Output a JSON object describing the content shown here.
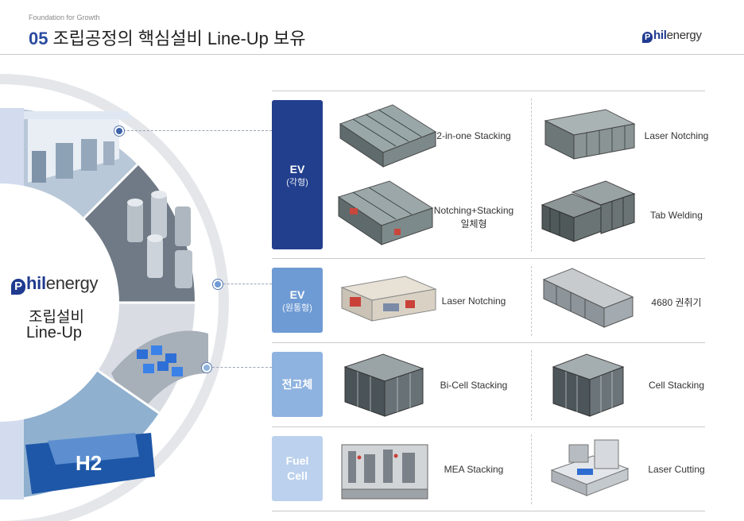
{
  "header": {
    "kicker": "Foundation for Growth",
    "number": "05",
    "title": "조립공정의 핵심설비 Line-Up 보유"
  },
  "logo": {
    "mark": "P",
    "hil": "hil",
    "energy": "energy"
  },
  "circle": {
    "logo": {
      "mark": "P",
      "hil": "hil",
      "energy": "energy"
    },
    "line1": "조립설비",
    "line2": "Line-Up"
  },
  "categories": [
    {
      "label": "EV",
      "sub": "(각형)",
      "color": "#223f8e",
      "items": [
        {
          "label": "2-in-one Stacking",
          "icon": "stacking-machine"
        },
        {
          "label": "Laser Notching",
          "icon": "notching-machine"
        },
        {
          "label": "Notching+Stacking",
          "label2": "일체형",
          "icon": "notching-stacking-machine"
        },
        {
          "label": "Tab Welding",
          "icon": "welding-machine"
        }
      ]
    },
    {
      "label": "EV",
      "sub": "(원통형)",
      "color": "#6f9bd4",
      "items": [
        {
          "label": "Laser Notching",
          "icon": "notching-machine"
        },
        {
          "label": "4680 권취기",
          "icon": "winding-machine"
        }
      ]
    },
    {
      "label": "전고체",
      "sub": "",
      "color": "#8fb3e0",
      "items": [
        {
          "label": "Bi-Cell Stacking",
          "icon": "stacking-machine"
        },
        {
          "label": "Cell Stacking",
          "icon": "stacking-machine"
        }
      ]
    },
    {
      "label": "Fuel",
      "sub": "Cell",
      "color": "#bcd1ed",
      "items": [
        {
          "label": "MEA Stacking",
          "icon": "mea-machine"
        },
        {
          "label": "Laser Cutting",
          "icon": "cutting-machine"
        }
      ]
    }
  ]
}
